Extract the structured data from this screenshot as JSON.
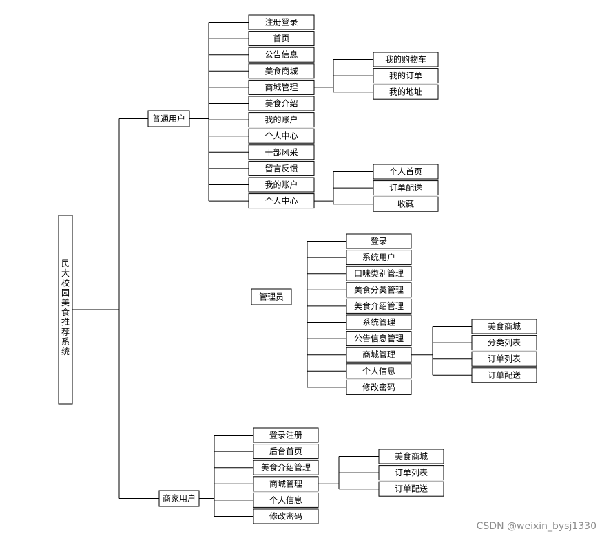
{
  "root": {
    "label": "民大校园美食推荐系统"
  },
  "groups": [
    {
      "label": "普通用户",
      "items": [
        "注册登录",
        "首页",
        "公告信息",
        "美食商城",
        "商城管理",
        "美食介绍",
        "我的账户",
        "个人中心",
        "干部风采",
        "留言反馈",
        "我的账户",
        "个人中心"
      ],
      "subs": [
        {
          "parent_index": 4,
          "items": [
            "我的购物车",
            "我的订单",
            "我的地址"
          ]
        },
        {
          "parent_index": 11,
          "items": [
            "个人首页",
            "订单配送",
            "收藏"
          ]
        }
      ]
    },
    {
      "label": "管理员",
      "items": [
        "登录",
        "系统用户",
        "口味类别管理",
        "美食分类管理",
        "美食介绍管理",
        "系统管理",
        "公告信息管理",
        "商城管理",
        "个人信息",
        "修改密码"
      ],
      "subs": [
        {
          "parent_index": 7,
          "items": [
            "美食商城",
            "分类列表",
            "订单列表",
            "订单配送"
          ]
        }
      ]
    },
    {
      "label": "商家用户",
      "items": [
        "登录注册",
        "后台首页",
        "美食介绍管理",
        "商城管理",
        "个人信息",
        "修改密码"
      ],
      "subs": [
        {
          "parent_index": 3,
          "items": [
            "美食商城",
            "订单列表",
            "订单配送"
          ]
        }
      ]
    }
  ],
  "watermark": "CSDN @weixin_bysj1330"
}
